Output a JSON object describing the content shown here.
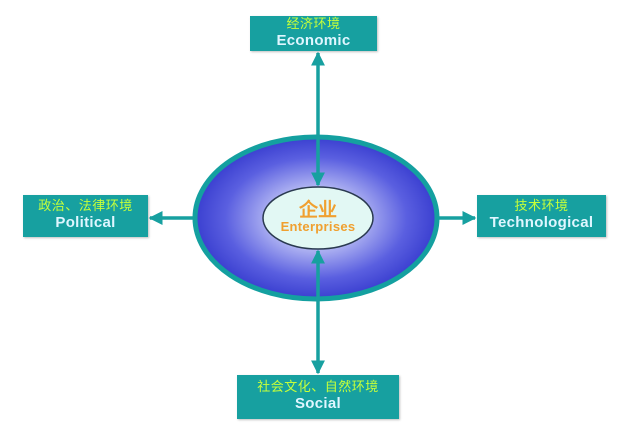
{
  "diagram": {
    "type": "PEST environment model",
    "center": {
      "zh": "企业",
      "en": "Enterprises"
    },
    "nodes": [
      {
        "id": "economic",
        "zh": "经济环境",
        "en": "Economic",
        "position": "top"
      },
      {
        "id": "political",
        "zh": "政治、法律环境",
        "en": "Political",
        "position": "left"
      },
      {
        "id": "technological",
        "zh": "技术环境",
        "en": "Technological",
        "position": "right"
      },
      {
        "id": "social",
        "zh": "社会文化、自然环境",
        "en": "Social",
        "position": "bottom"
      }
    ],
    "edges": [
      {
        "from": "enterprise",
        "to": "economic",
        "direction": "bidirectional"
      },
      {
        "from": "enterprise",
        "to": "political",
        "direction": "outward"
      },
      {
        "from": "enterprise",
        "to": "technological",
        "direction": "outward"
      },
      {
        "from": "enterprise",
        "to": "social",
        "direction": "bidirectional"
      }
    ],
    "colors": {
      "box_fill": "#17a0a0",
      "connector": "#17a0a0",
      "zh_text": "#c6ff3a",
      "en_text": "#dff6ff",
      "outer_ellipse_edge": "#3a3fd0",
      "outer_ellipse_center": "#f2f2ff",
      "outer_ellipse_border": "#14a0a0",
      "inner_ellipse_fill": "#e2f8f4",
      "center_text": "#f0a030"
    }
  }
}
